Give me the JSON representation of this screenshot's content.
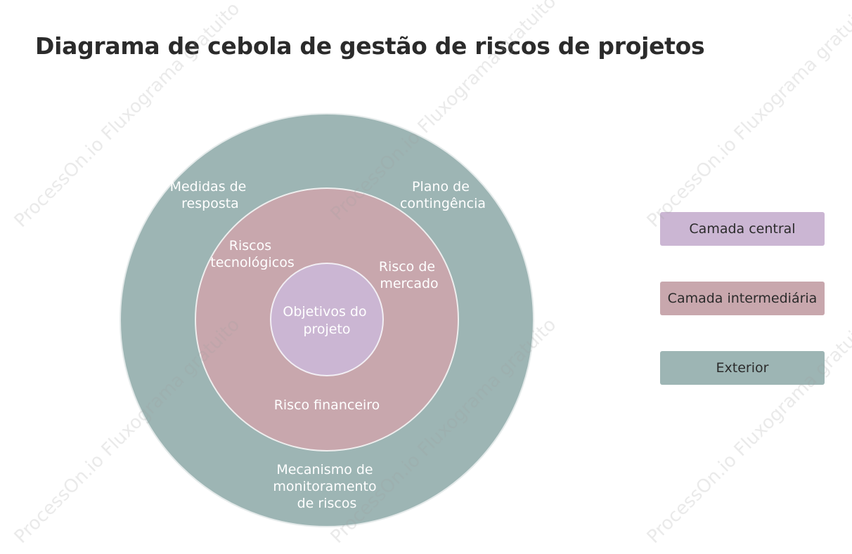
{
  "title": "Diagrama de cebola de gestão de riscos de projetos",
  "rings": {
    "outer": {
      "color": "#9db5b4",
      "labels": {
        "top_left": [
          "Medidas de",
          "resposta"
        ],
        "top_right": [
          "Plano de",
          "contingência"
        ],
        "bottom": [
          "Mecanismo de",
          "monitoramento",
          "de riscos"
        ]
      }
    },
    "middle": {
      "color": "#c8a7ad",
      "labels": {
        "left": [
          "Riscos",
          "tecnológicos"
        ],
        "right": [
          "Risco de",
          "mercado"
        ],
        "bottom": [
          "Risco financeiro"
        ]
      }
    },
    "core": {
      "color": "#cbb6d3",
      "label": [
        "Objetivos do",
        "projeto"
      ]
    }
  },
  "legend": [
    {
      "label": "Camada central",
      "color": "#cbb6d3"
    },
    {
      "label": "Camada intermediária",
      "color": "#c8a7ad"
    },
    {
      "label": "Exterior",
      "color": "#9db5b4"
    }
  ],
  "watermark": "ProcessOn.io Fluxograma gratuito"
}
